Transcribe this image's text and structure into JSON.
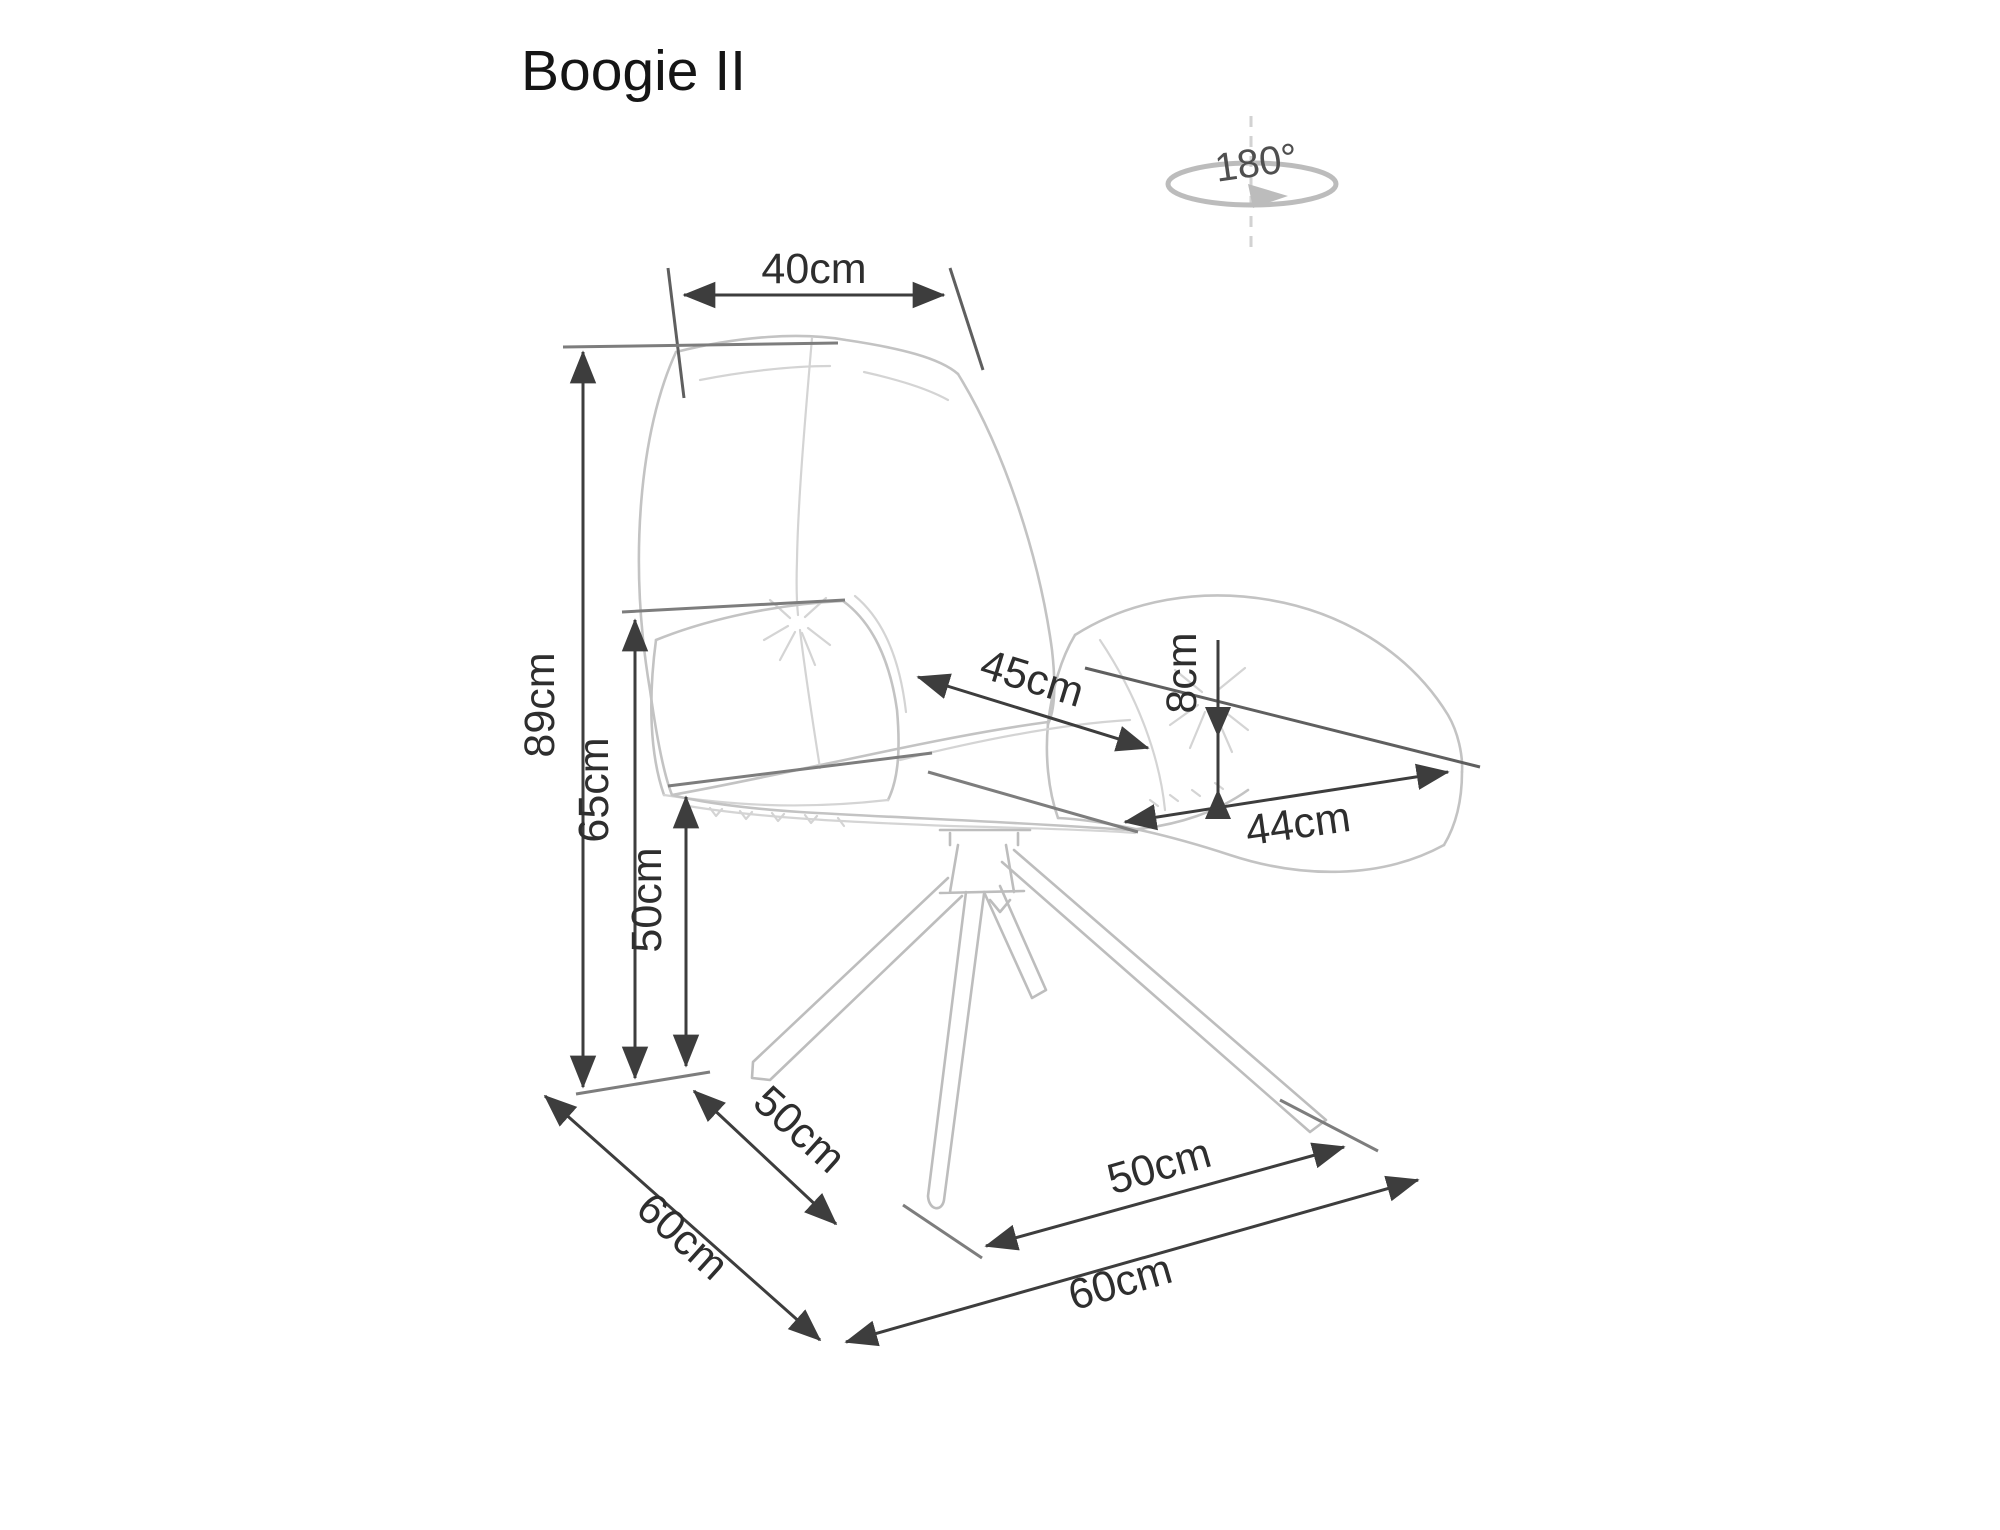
{
  "title": "Boogie II",
  "rotation": {
    "label": "180°"
  },
  "dims": {
    "backrest_width": "40cm",
    "total_height": "89cm",
    "armrest_height": "65cm",
    "seat_height": "50cm",
    "seat_width": "45cm",
    "cushion_thickness": "8cm",
    "seat_depth": "44cm",
    "base_side_inner": "50cm",
    "base_side": "60cm",
    "base_front_inner": "50cm",
    "base_front": "60cm"
  }
}
